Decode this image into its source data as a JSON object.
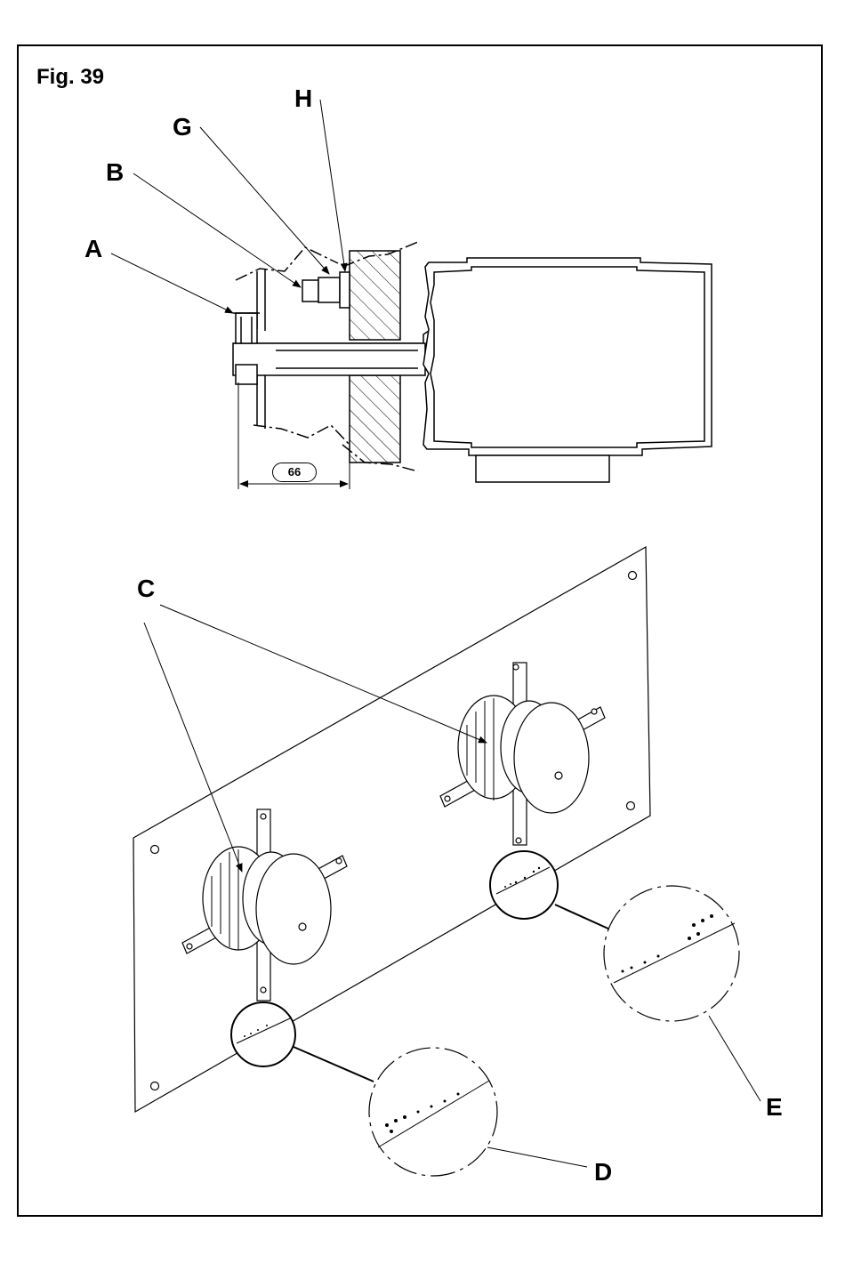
{
  "figure": {
    "title": "Fig. 39",
    "dimension": "66"
  },
  "callouts": {
    "A": "A",
    "B": "B",
    "G": "G",
    "H": "H",
    "C": "C",
    "D": "D",
    "E": "E"
  }
}
